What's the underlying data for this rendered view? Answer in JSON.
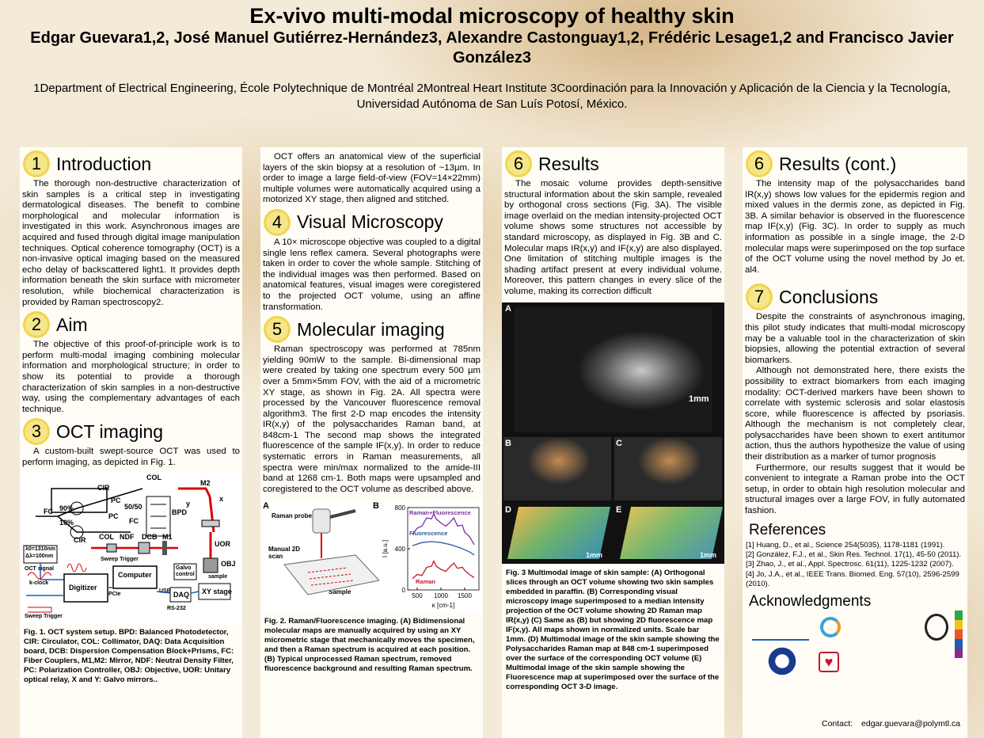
{
  "header": {
    "title": "Ex-vivo multi-modal microscopy of healthy skin",
    "authors": "Edgar Guevara1,2, José Manuel Gutiérrez-Hernández3, Alexandre Castonguay1,2, Frédéric Lesage1,2 and Francisco Javier González3",
    "affiliations": "1Department of Electrical Engineering, École Polytechnique de Montréal 2Montreal Heart Institute 3Coordinación para la Innovación y Aplicación de la Ciencia y la Tecnología, Universidad Autónoma de San Luís Potosí, México."
  },
  "sections": {
    "intro": {
      "num": "1",
      "title": "Introduction",
      "text": "The thorough non-destructive characterization of skin samples is a critical step in investigating dermatological diseases. The benefit to combine morphological and molecular information is investigated in this work. Asynchronous images are acquired and fused through digital image manipulation techniques. Optical coherence tomography (OCT) is a non-invasive optical imaging based on the measured echo delay of backscattered light1. It provides depth information beneath the skin surface with micrometer resolution, while biochemical characterization is provided by Raman spectroscopy2."
    },
    "aim": {
      "num": "2",
      "title": "Aim",
      "text": "The objective of this proof-of-principle work is to perform multi-modal imaging combining molecular information and morphological structure; in order to show its potential to provide a thorough characterization of skin samples in a non-destructive way, using the complementary advantages of each technique."
    },
    "oct": {
      "num": "3",
      "title": "OCT imaging",
      "text": "A custom-built swept-source OCT was used to perform imaging, as depicted in  Fig. 1.",
      "text2": "OCT offers an anatomical view of the superficial layers of the skin biopsy at a resolution of ~13µm. In order to image a large field-of-view (FOV=14×22mm) multiple volumes were automatically acquired using a motorized XY stage, then aligned and stitched."
    },
    "visual": {
      "num": "4",
      "title": "Visual Microscopy",
      "text": "A 10× microscope objective was coupled to a digital single lens reflex camera. Several photographs were taken in order to cover the whole sample. Stitching of the individual images was then performed. Based on anatomical features, visual images were coregistered to the projected OCT volume, using an affine transformation."
    },
    "molecular": {
      "num": "5",
      "title": "Molecular imaging",
      "text": "Raman spectroscopy was performed at 785nm yielding 90mW to the sample. Bi-dimensional map were created by taking one spectrum every 500 µm over a 5mm×5mm FOV, with the aid of a micrometric XY stage, as shown in Fig. 2A. All spectra were processed by the Vancouver fluorescence removal algorithm3. The first 2-D map encodes the intensity IR(x,y) of the polysaccharides Raman band, at 848cm-1 The second map shows the integrated fluorescence of the sample IF(x,y). In order to reduce systematic errors in Raman measurements, all spectra were min/max normalized to the amide-III band at 1268 cm-1. Both maps were upsampled and coregistered to the OCT volume as described above."
    },
    "results": {
      "num": "6",
      "title": "Results",
      "text": "The mosaic volume provides depth-sensitive structural information about the skin sample, revealed by orthogonal cross sections (Fig. 3A). The visible image overlaid on the median intensity-projected OCT volume shows some structures not accessible by standard microscopy, as displayed in Fig. 3B and C. Molecular maps IR(x,y) and IF(x,y) are also displayed. One limitation of stitching multiple images is the shading artifact present at every individual volume. Moreover, this pattern changes in every slice of the volume, making its correction difficult"
    },
    "results2": {
      "num": "6",
      "title": "Results (cont.)",
      "text": "The intensity map of the polysaccharides band IR(x,y) shows low values for the epidermis region and mixed values in the dermis zone, as depicted in Fig. 3B. A similar behavior is observed in the fluorescence map IF(x,y) (Fig. 3C). In order to supply as much information as possible in a single image, the 2-D molecular maps were superimposed on the top surface of the OCT volume using the novel method by Jo et. al4."
    },
    "conclusions": {
      "num": "7",
      "title": "Conclusions",
      "p1": "Despite the constraints of asynchronous imaging, this pilot study indicates that multi-modal microscopy may be a valuable tool in the characterization of skin biopsies, allowing the potential extraction of several biomarkers.",
      "p2": "Although not demonstrated here, there exists the possibility to extract biomarkers from each imaging modality: OCT-derived markers have been shown to correlate with systemic sclerosis and solar elastosis score, while fluorescence is affected by psoriasis. Although the mechanism is not completely clear, polysaccharides have been shown to exert antitumor action, thus the authors hypothesize the value of using their distribution as a marker of tumor prognosis",
      "p3": "Furthermore, our results suggest that it would be convenient to integrate a Raman probe into the OCT setup, in order to obtain high resolution molecular and structural images over a large FOV, in fully automated fashion."
    }
  },
  "figures": {
    "fig1": {
      "caption": "Fig. 1. OCT system setup. BPD: Balanced Photodetector, CIR: Circulator, COL: Collimator, DAQ: Data Acquisition board, DCB: Dispersion Compensation Block+Prisms, FC: Fiber Couplers, M1,M2: Mirror, NDF: Neutral Density Filter, PC: Polarization Controller, OBJ: Objective, UOR: Unitary optical relay, X and Y: Galvo mirrors..",
      "labels": {
        "col": "COL",
        "cir1": "CIR",
        "cir2": "CIR",
        "p90": "90%",
        "p10": "10%",
        "fc1": "FC",
        "fc2": "FC",
        "pc1": "PC",
        "pc2": "PC",
        "ratio": "50/50",
        "bpd": "BPD",
        "m2": "M2",
        "x": "x",
        "y": "y",
        "uor": "UOR",
        "obj": "OBJ",
        "col2": "COL",
        "ndf": "NDF",
        "dcb": "DCB",
        "m1": "M1",
        "lambda": "λ0=1310nm",
        "dlambda": "Δλ=100nm",
        "octsig": "OCT signal",
        "kclock": "k-clock",
        "sweep": "Sweep Trigger",
        "sweep2": "Sweep Trigger",
        "digitizer": "Digitizer",
        "computer": "Computer",
        "galvo": "Galvo control",
        "daq": "DAQ",
        "xystage": "XY stage",
        "sample": "sample",
        "pcie": "PCIe",
        "usb": "USB",
        "rs232": "RS-232"
      }
    },
    "fig2": {
      "caption": "Fig. 2. Raman/Fluorescence imaging. (A) Bidimensional molecular maps are manually acquired by using an XY micrometric stage that mechanically moves the specimen, and then a Raman spectrum is acquired at each position. (B) Typical unprocessed Raman spectrum, removed fluorescence background and resulting Raman spectrum.",
      "labels": {
        "a": "A",
        "b": "B",
        "probe": "Raman probe",
        "scan": "Manual 2D scan",
        "sample": "Sample"
      }
    },
    "fig3": {
      "caption": "Fig. 3 Multimodal image of skin sample: (A) Orthogonal slices through an OCT volume showing two skin samples embedded in paraffin. (B) Corresponding visual microscopy image superimposed to a median intensity projection of the OCT volume showing 2D Raman map IR(x,y) (C) Same as (B) but showing 2D fluorescence map IF(x,y). All maps shown in normalized units. Scale bar 1mm. (D) Multimodal image of the skin sample showing the Polysaccharides Raman map at 848 cm-1 superimposed over the surface of the corresponding OCT volume (E) Multimodal image of the skin sample showing the Fluorescence map at superimposed over the surface of the corresponding OCT 3-D image.",
      "labels": {
        "a": "A",
        "b": "B",
        "c": "C",
        "d": "D",
        "e": "E",
        "scale": "1mm",
        "scale2": "1mm",
        "scale3": "1mm"
      }
    }
  },
  "chart_data": {
    "type": "line",
    "xlabel": "κ [cm-1]",
    "ylabel": "I [a.u.]",
    "xlim": [
      300,
      1800
    ],
    "ylim": [
      0,
      800
    ],
    "xticks": [
      500,
      1000,
      1500
    ],
    "yticks": [
      0,
      400,
      800
    ],
    "series": [
      {
        "name": "Raman+Fluorescence",
        "color": "#7a2fa3",
        "x": [
          400,
          500,
          600,
          700,
          800,
          850,
          900,
          1000,
          1100,
          1200,
          1270,
          1350,
          1450,
          1500,
          1600,
          1700
        ],
        "y": [
          540,
          600,
          620,
          700,
          690,
          740,
          690,
          650,
          620,
          660,
          700,
          620,
          630,
          560,
          520,
          440
        ]
      },
      {
        "name": "Fluorescence",
        "color": "#2c5aa0",
        "x": [
          400,
          600,
          800,
          1000,
          1200,
          1400,
          1600,
          1700
        ],
        "y": [
          430,
          460,
          470,
          460,
          440,
          410,
          370,
          340
        ]
      },
      {
        "name": "Raman",
        "color": "#c0182e",
        "x": [
          400,
          500,
          600,
          700,
          800,
          850,
          900,
          1000,
          1100,
          1200,
          1270,
          1350,
          1450,
          1500,
          1600,
          1700
        ],
        "y": [
          110,
          150,
          140,
          220,
          230,
          280,
          230,
          200,
          180,
          230,
          260,
          210,
          220,
          190,
          150,
          120
        ]
      }
    ]
  },
  "references": {
    "title": "References",
    "items": [
      "[1] Huang, D., et al., Science 254(5035), 1178-1181 (1991).",
      "[2] González, F.J., et al., Skin Res. Technol. 17(1), 45-50 (2011).",
      "[3] Zhao, J., et al., Appl. Spectrosc. 61(11), 1225-1232 (2007).",
      "[4] Jo, J.A., et al., IEEE Trans. Biomed. Eng. 57(10), 2596-2599 (2010)."
    ]
  },
  "acknowledgments": {
    "title": "Acknowledgments",
    "contact_label": "Contact:",
    "contact_email": "edgar.guevara@polymtl.ca"
  },
  "colors": {
    "badge_fill": "#f6e68a",
    "badge_ring": "#f3d54a",
    "conacyt": "#1a3b8c",
    "cardiologie": "#c0182e"
  }
}
